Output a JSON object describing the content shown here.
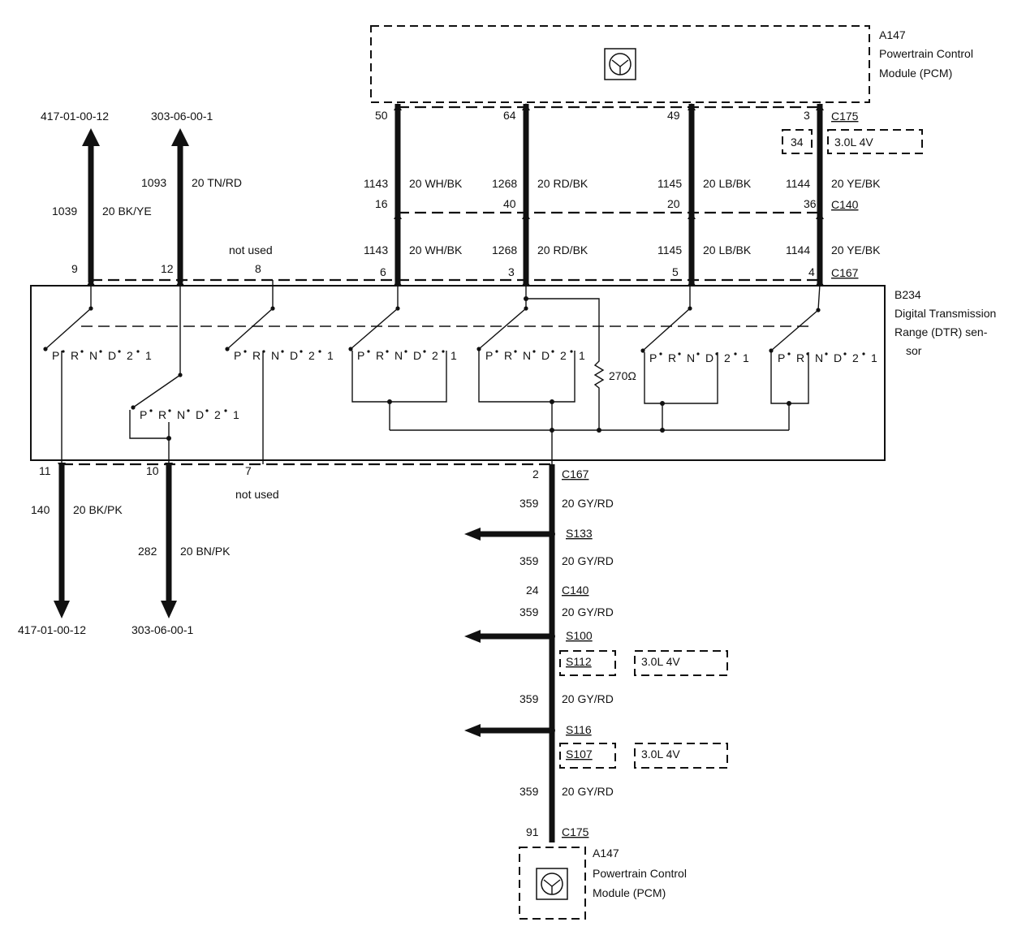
{
  "pcm_top": {
    "ref": "A147",
    "name_line1": "Powertrain Control",
    "name_line2": "Module (PCM)",
    "icon": "pcm-module-icon"
  },
  "pcm_bottom": {
    "ref": "A147",
    "name_line1": "Powertrain Control",
    "name_line2": "Module (PCM)",
    "icon": "pcm-module-icon"
  },
  "dtr_sensor": {
    "ref": "B234",
    "name_line1": "Digital Transmission",
    "name_line2": "Range (DTR) sen-",
    "name_line3": "sor",
    "resistor_label": "270Ω"
  },
  "connectors": {
    "c175_top": "C175",
    "c140_top": "C140",
    "c167_top": "C167",
    "c167_bottom": "C167",
    "c140_bottom": "C140",
    "c175_bottom": "C175"
  },
  "variant_tags": {
    "pin34": "34",
    "engine1": "3.0L 4V",
    "s112": "S112",
    "engine2": "3.0L 4V",
    "s107": "S107",
    "engine3": "3.0L 4V"
  },
  "upper_wires": [
    {
      "pcm_pin": "50",
      "circuit": "1143",
      "color": "20 WH/BK",
      "c140_pin": "16",
      "circuit2": "1143",
      "color2": "20 WH/BK",
      "c167_pin": "6"
    },
    {
      "pcm_pin": "64",
      "circuit": "1268",
      "color": "20 RD/BK",
      "c140_pin": "40",
      "circuit2": "1268",
      "color2": "20 RD/BK",
      "c167_pin": "3"
    },
    {
      "pcm_pin": "49",
      "circuit": "1145",
      "color": "20 LB/BK",
      "c140_pin": "20",
      "circuit2": "1145",
      "color2": "20 LB/BK",
      "c167_pin": "5"
    },
    {
      "pcm_pin": "3",
      "circuit": "1144",
      "color": "20 YE/BK",
      "c140_pin": "36",
      "circuit2": "1144",
      "color2": "20 YE/BK",
      "c167_pin": "4"
    }
  ],
  "left_wires_up": [
    {
      "ref": "417-01-00-12",
      "circuit": "1039",
      "color": "20 BK/YE",
      "pin": "9"
    },
    {
      "ref": "303-06-00-1",
      "circuit": "1093",
      "color": "20 TN/RD",
      "pin": "12"
    }
  ],
  "unused_top": {
    "label": "not used",
    "pin": "8"
  },
  "left_wires_down": [
    {
      "ref": "417-01-00-12",
      "circuit": "140",
      "color": "20 BK/PK",
      "pin": "11"
    },
    {
      "ref": "303-06-00-1",
      "circuit": "282",
      "color": "20 BN/PK",
      "pin": "10"
    }
  ],
  "unused_bottom": {
    "label": "not used",
    "pin": "7"
  },
  "ground_path": {
    "c167_pin": "2",
    "seg1_circuit": "359",
    "seg1_color": "20 GY/RD",
    "splice1": "S133",
    "seg2_circuit": "359",
    "seg2_color": "20 GY/RD",
    "c140_pin": "24",
    "seg3_circuit": "359",
    "seg3_color": "20 GY/RD",
    "splice2": "S100",
    "seg4_circuit": "359",
    "seg4_color": "20 GY/RD",
    "splice3": "S116",
    "seg5_circuit": "359",
    "seg5_color": "20 GY/RD",
    "c175_pin": "91"
  },
  "switch_positions": [
    "P",
    "R",
    "N",
    "D",
    "2",
    "1"
  ]
}
